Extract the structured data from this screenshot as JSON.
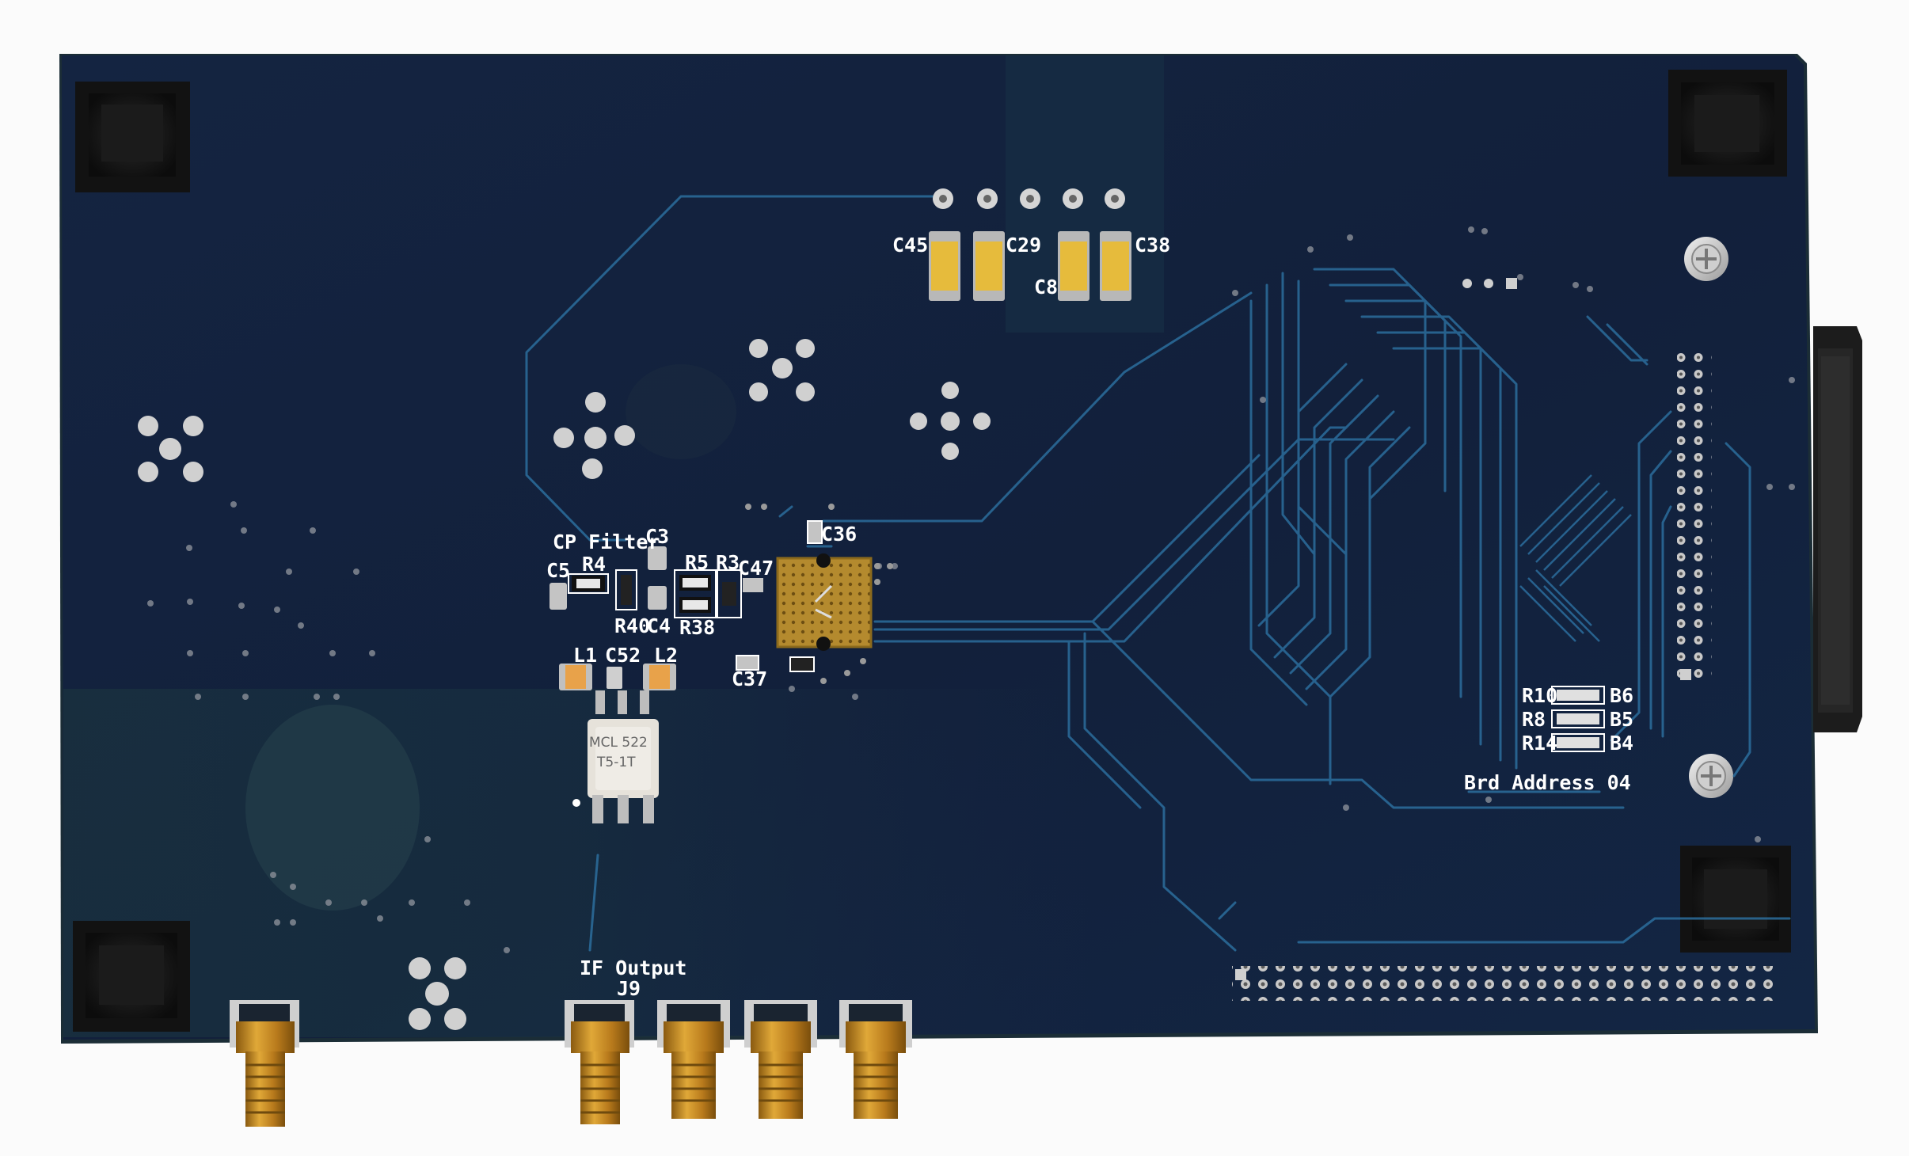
{
  "scene": {
    "subject": "printed-circuit-board",
    "colors": {
      "background": "#fbfbfb",
      "board": "#13213d",
      "board_edge": "#1d3a3a",
      "trace": "#2a6a9a",
      "pad_gold": "#c9a040",
      "pad_silver": "#d8d8d8",
      "capacitor": "#e8c14a",
      "connector_black": "#1a1a1a",
      "silkscreen": "#ffffff"
    }
  },
  "silkscreen": {
    "c45": "C45",
    "c29": "C29",
    "c38": "C38",
    "c8": "C8",
    "cp_filter": "CP Filter",
    "c3": "C3",
    "c36": "C36",
    "c5": "C5",
    "r4": "R4",
    "r5": "R5",
    "r3": "R3",
    "c47": "C47",
    "r40": "R40",
    "c4": "C4",
    "r38": "R38",
    "l1": "L1",
    "c52": "C52",
    "l2": "L2",
    "c37": "C37",
    "if_output": "IF Output",
    "j9": "J9",
    "r10": "R10",
    "b6": "B6",
    "r8": "R8",
    "b5": "B5",
    "r14": "R14",
    "b4": "B4",
    "brd_address": "Brd Address 04"
  },
  "parts": {
    "transformer_line1": "MCL 522",
    "transformer_line2": "T5-1T"
  }
}
